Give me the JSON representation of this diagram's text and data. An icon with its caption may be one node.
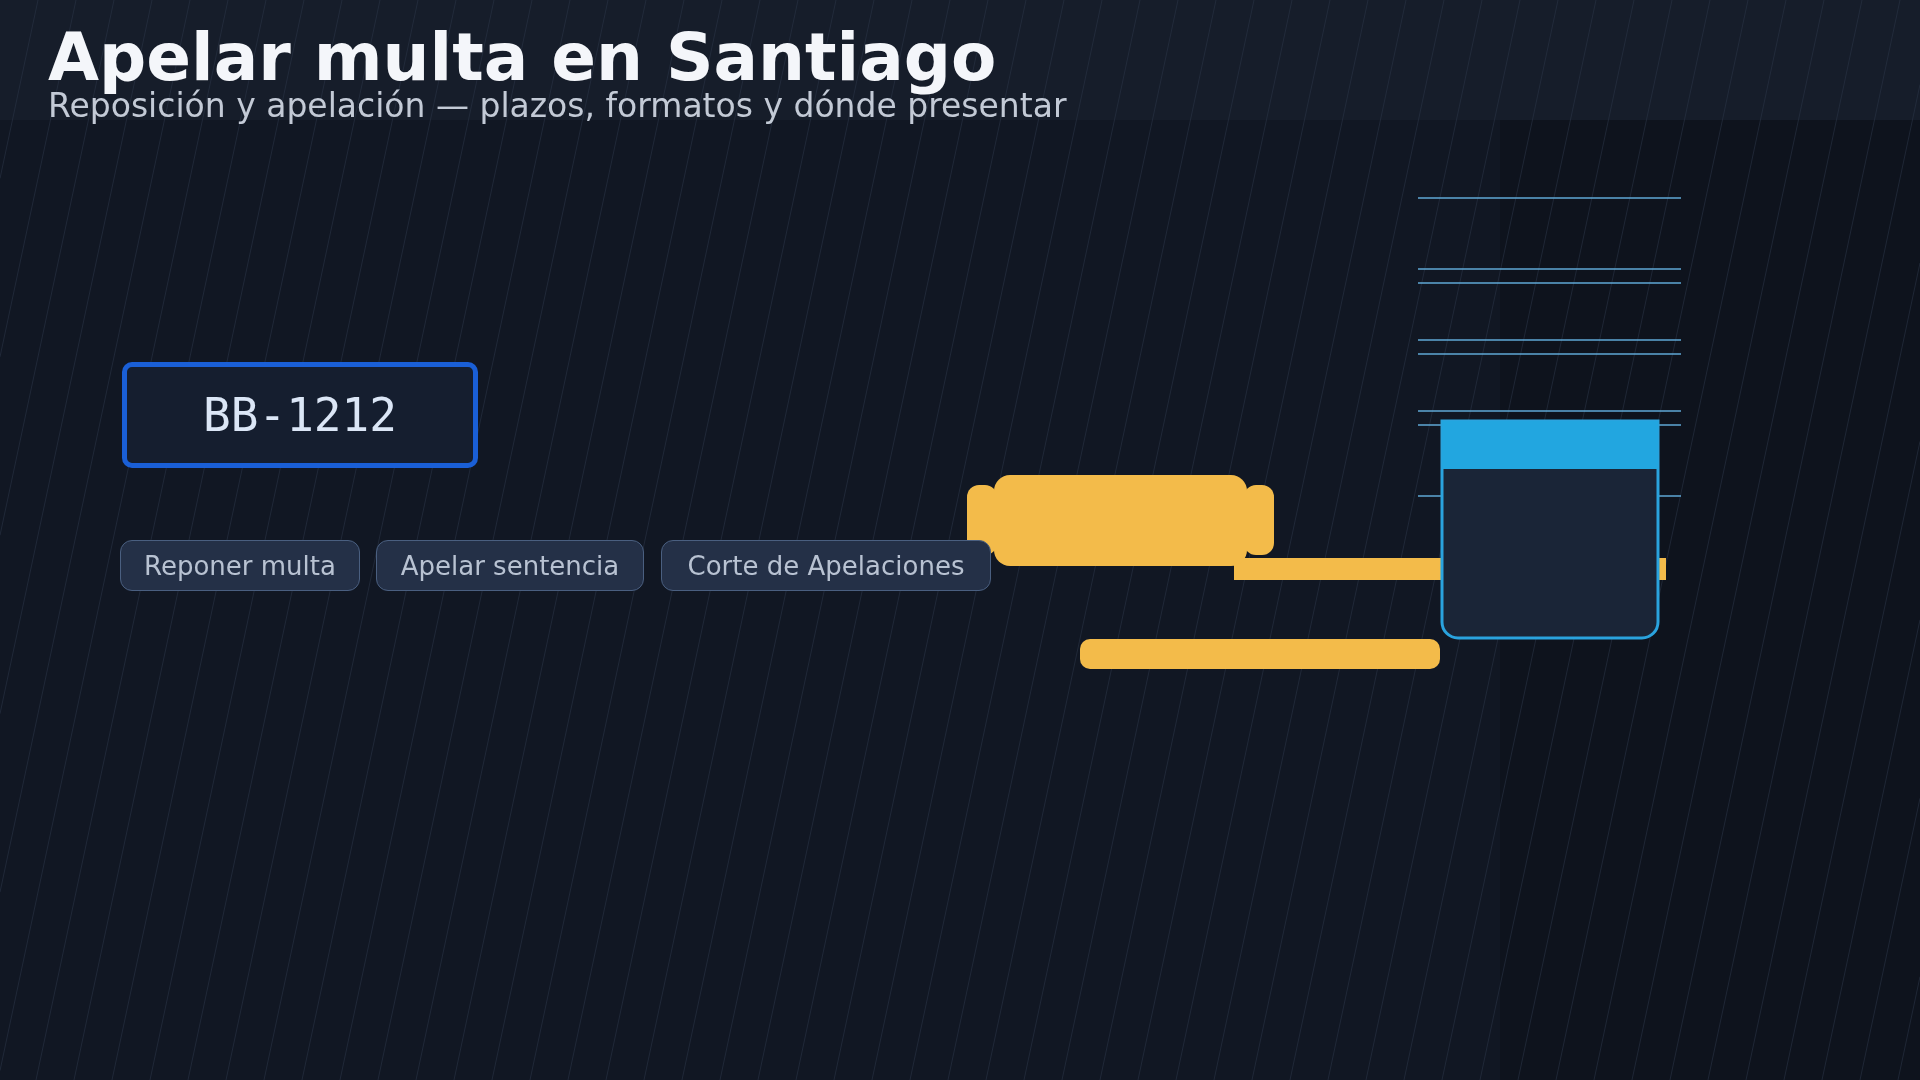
{
  "diagram": {
    "title": "Apelar multa en Santiago",
    "labels": [
      "Reposición y apelación — plazos, formatos y dónde presentar"
    ],
    "nodes": [
      {
        "text": [
          "BB-1212"
        ]
      },
      {
        "text": [
          "Reponer multa"
        ]
      },
      {
        "text": [
          "Apelar sentencia"
        ]
      },
      {
        "text": [
          "Corte de Apelaciones"
        ]
      }
    ]
  }
}
